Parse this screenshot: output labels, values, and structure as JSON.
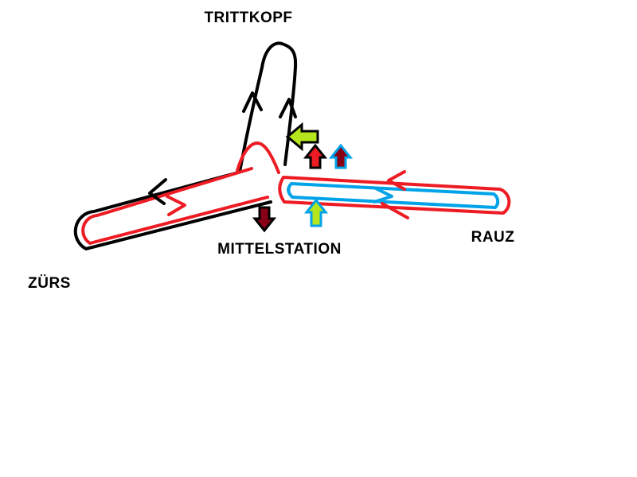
{
  "labels": {
    "trittkopf": "TRITTKOPF",
    "mittelstation": "MITTELSTATION",
    "rauz": "RAUZ",
    "zurs": "ZÜRS"
  },
  "colors": {
    "black": "#000000",
    "red": "#ed1c24",
    "cyan": "#00a2e8",
    "lime": "#b5e61d",
    "dark_red": "#880015",
    "background": "#ffffff"
  },
  "routes": [
    {
      "name": "trittkopf-route",
      "color": "#000000"
    },
    {
      "name": "zurs-route-black",
      "color": "#000000"
    },
    {
      "name": "zurs-route-red",
      "color": "#ed1c24"
    },
    {
      "name": "junction-hump",
      "color": "#ed1c24"
    },
    {
      "name": "rauz-route-outer",
      "color": "#ed1c24"
    },
    {
      "name": "rauz-route-inner",
      "color": "#00a2e8"
    }
  ],
  "arrows": [
    {
      "name": "green-left-arrow",
      "direction": "left",
      "fill": "#b5e61d",
      "outline": "#000000"
    },
    {
      "name": "red-up-arrow",
      "direction": "up",
      "fill": "#ed1c24",
      "outline": "#000000"
    },
    {
      "name": "darkred-up-arrow",
      "direction": "up",
      "fill": "#880015",
      "outline": "#00a2e8"
    },
    {
      "name": "darkred-down-arrow",
      "direction": "down",
      "fill": "#880015",
      "outline": "#000000"
    },
    {
      "name": "green-up-arrow",
      "direction": "up",
      "fill": "#b5e61d",
      "outline": "#00a2e8"
    }
  ]
}
